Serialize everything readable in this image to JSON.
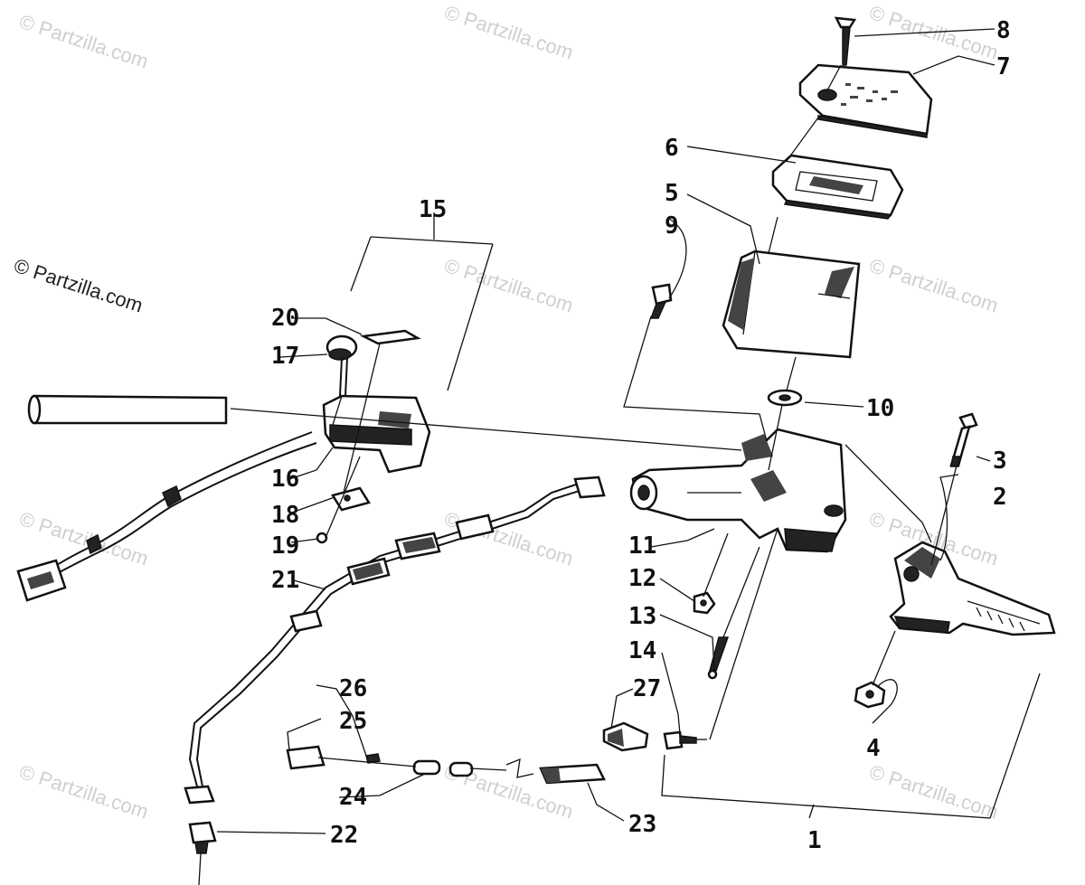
{
  "copyright": "© Partzilla.com",
  "watermark": "© Partzilla.com",
  "callouts": [
    {
      "id": "1",
      "label": "1"
    },
    {
      "id": "2",
      "label": "2"
    },
    {
      "id": "3",
      "label": "3"
    },
    {
      "id": "4",
      "label": "4"
    },
    {
      "id": "5",
      "label": "5"
    },
    {
      "id": "6",
      "label": "6"
    },
    {
      "id": "7",
      "label": "7"
    },
    {
      "id": "8",
      "label": "8"
    },
    {
      "id": "9",
      "label": "9"
    },
    {
      "id": "10",
      "label": "10"
    },
    {
      "id": "11",
      "label": "11"
    },
    {
      "id": "12",
      "label": "12"
    },
    {
      "id": "13",
      "label": "13"
    },
    {
      "id": "14",
      "label": "14"
    },
    {
      "id": "15",
      "label": "15"
    },
    {
      "id": "16",
      "label": "16"
    },
    {
      "id": "17",
      "label": "17"
    },
    {
      "id": "18",
      "label": "18"
    },
    {
      "id": "19",
      "label": "19"
    },
    {
      "id": "20",
      "label": "20"
    },
    {
      "id": "21",
      "label": "21"
    },
    {
      "id": "22",
      "label": "22"
    },
    {
      "id": "23",
      "label": "23"
    },
    {
      "id": "24",
      "label": "24"
    },
    {
      "id": "25",
      "label": "25"
    },
    {
      "id": "26",
      "label": "26"
    },
    {
      "id": "27",
      "label": "27"
    }
  ]
}
